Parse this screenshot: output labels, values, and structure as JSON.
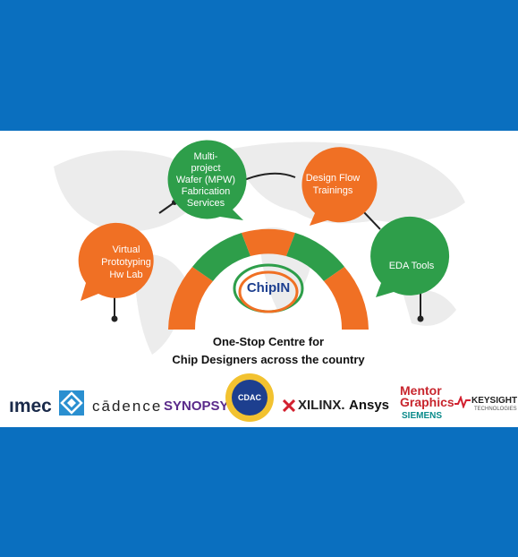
{
  "bubbles": {
    "mpw": [
      "Multi-",
      "project",
      "Wafer (MPW)",
      "Fabrication",
      "Services"
    ],
    "design": [
      "Design Flow",
      "Trainings"
    ],
    "virtual": [
      "Virtual",
      "Prototyping",
      "Hw Lab"
    ],
    "eda": [
      "EDA Tools"
    ]
  },
  "center_logo": "ChipIN",
  "caption": {
    "line1": "One-Stop Centre for",
    "line2": "Chip Designers across the country"
  },
  "partners": {
    "imec": "ımec",
    "cadence": "cādence",
    "synopsys": "SYNOPSYS",
    "cdac": "CDAC",
    "xilinx": "XILINX.",
    "ansys": "Ansys",
    "mentor1": "Mentor",
    "mentor2": "Graphics",
    "siemens": "SIEMENS",
    "keysight": "KEYSIGHT",
    "keysight_sub": "TECHNOLOGIES"
  },
  "colors": {
    "band": "#0a6fbf",
    "orange": "#f07024",
    "green": "#2e9e4a",
    "chipin_blue": "#1d3f8f"
  }
}
